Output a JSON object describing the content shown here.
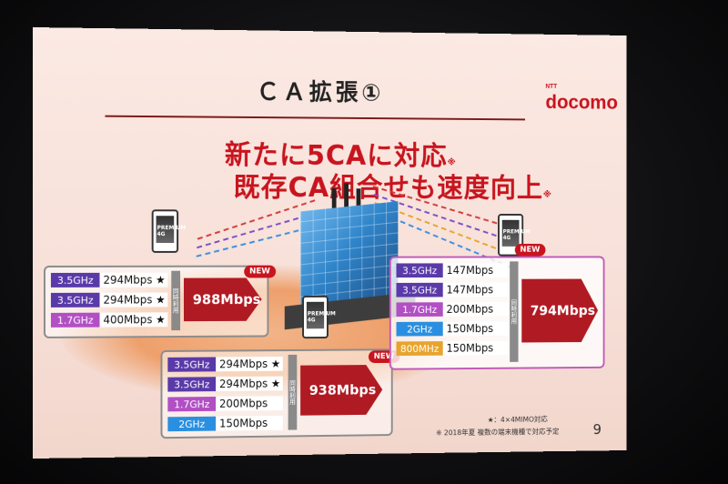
{
  "slide": {
    "title": "ＣＡ拡張①",
    "headline_1": "新たに5CAに対応",
    "headline_1_mark": "※",
    "headline_2": "既存CA組合せも速度向上",
    "headline_2_mark": "※",
    "logo_small": "NTT",
    "logo": "docomo",
    "page_number": "9",
    "footnote_star": "★：4×4MIMO対応",
    "footnote_note": "※ 2018年夏 複数の端末機種で対応予定"
  },
  "phones": {
    "label": "PREMIUM 4G"
  },
  "colors": {
    "c35": "#5a3aa8",
    "c17": "#b24fc4",
    "c2": "#2a8fe0",
    "c800": "#e7a42d",
    "accent": "#b01a23"
  },
  "left_box": {
    "new_label": "NEW",
    "separator_label": "同時利用",
    "total": "988Mbps",
    "rows": [
      {
        "freq": "3.5GHz",
        "speed": "294Mbps ★"
      },
      {
        "freq": "3.5GHz",
        "speed": "294Mbps ★"
      },
      {
        "freq": "1.7GHz",
        "speed": "400Mbps ★"
      }
    ]
  },
  "bottom_box": {
    "new_label": "NEW",
    "separator_label": "同時利用",
    "total": "938Mbps",
    "rows": [
      {
        "freq": "3.5GHz",
        "speed": "294Mbps ★"
      },
      {
        "freq": "3.5GHz",
        "speed": "294Mbps ★"
      },
      {
        "freq": "1.7GHz",
        "speed": "200Mbps"
      },
      {
        "freq": "2GHz",
        "speed": "150Mbps"
      }
    ]
  },
  "right_box": {
    "new_label": "NEW",
    "separator_label": "同時利用",
    "total": "794Mbps",
    "rows": [
      {
        "freq": "3.5GHz",
        "speed": "147Mbps"
      },
      {
        "freq": "3.5GHz",
        "speed": "147Mbps"
      },
      {
        "freq": "1.7GHz",
        "speed": "200Mbps"
      },
      {
        "freq": "2GHz",
        "speed": "150Mbps"
      },
      {
        "freq": "800MHz",
        "speed": "150Mbps"
      }
    ]
  }
}
